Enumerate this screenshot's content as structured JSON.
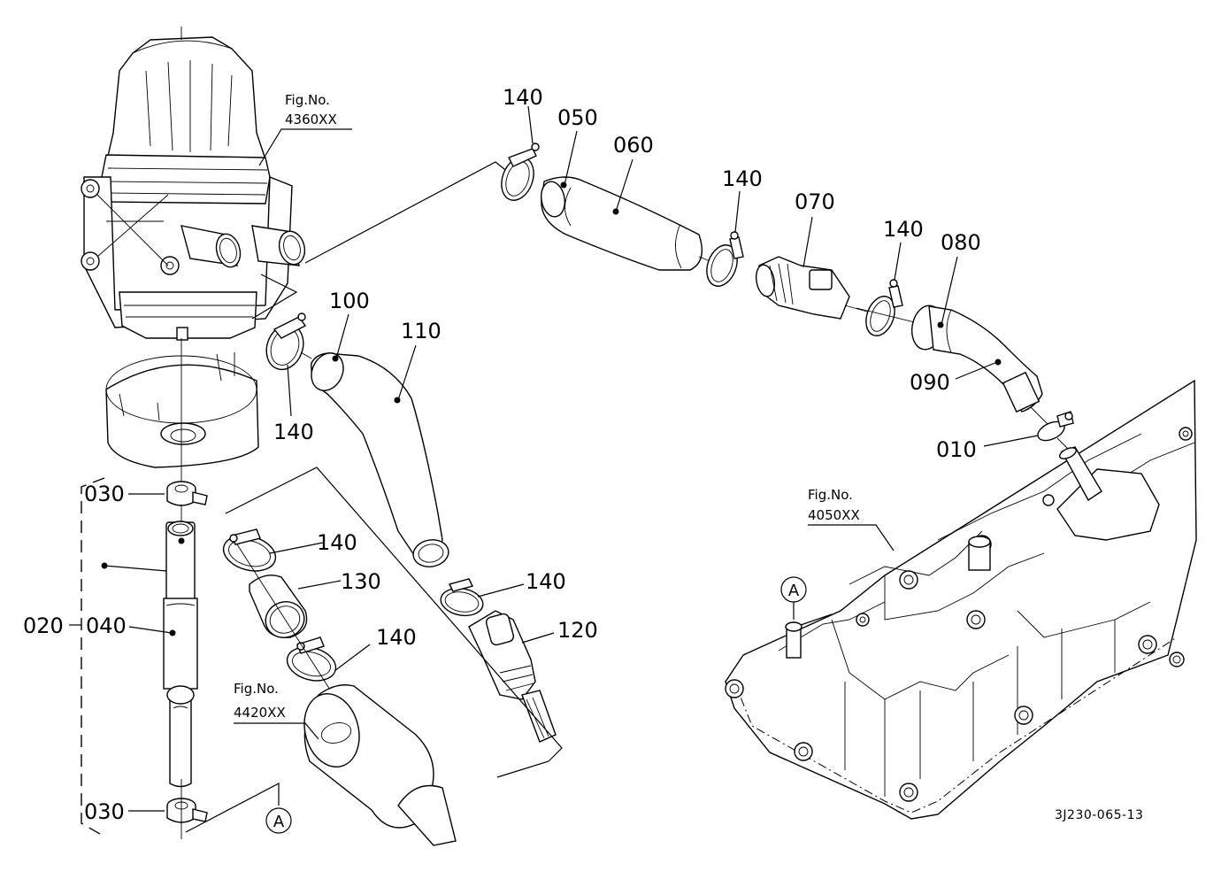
{
  "diagram": {
    "type": "exploded parts diagram",
    "drawing_code": "3J230-065-13",
    "figure_references": [
      {
        "id": "fig-4360",
        "line1": "Fig.No.",
        "line2": "4360XX"
      },
      {
        "id": "fig-4420",
        "line1": "Fig.No.",
        "line2": "4420XX"
      },
      {
        "id": "fig-4050",
        "line1": "Fig.No.",
        "line2": "4050XX"
      }
    ],
    "connection_markers": [
      {
        "id": "A-left",
        "label": "A"
      },
      {
        "id": "A-right",
        "label": "A"
      }
    ],
    "callouts": {
      "c010": "010",
      "c020": "020",
      "c030_top": "030",
      "c030_bottom": "030",
      "c040": "040",
      "c050": "050",
      "c060": "060",
      "c070": "070",
      "c080": "080",
      "c090": "090",
      "c100": "100",
      "c110": "110",
      "c120": "120",
      "c130": "130",
      "c140_a": "140",
      "c140_b": "140",
      "c140_c": "140",
      "c140_d": "140",
      "c140_e": "140",
      "c140_f": "140",
      "c140_g": "140"
    }
  }
}
